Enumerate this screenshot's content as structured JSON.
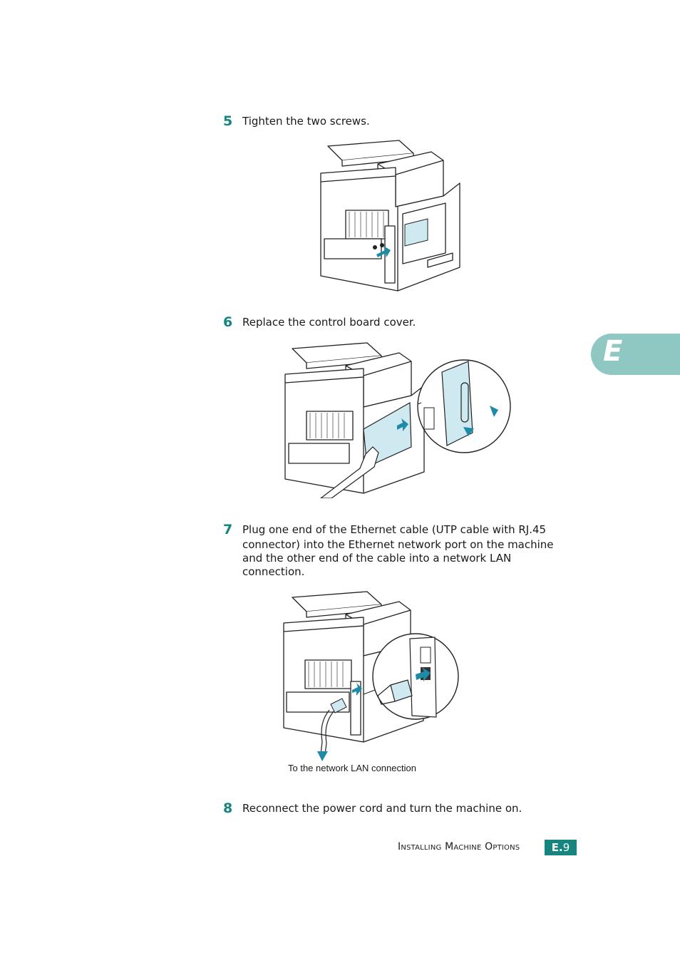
{
  "steps": [
    {
      "num": "5",
      "text": "Tighten the two screws."
    },
    {
      "num": "6",
      "text": "Replace the control board cover."
    },
    {
      "num": "7",
      "lines": [
        "Plug one end of the Ethernet cable (UTP cable with RJ.45",
        "connector) into the Ethernet network port on the machine",
        "and the other end of the cable into a network LAN",
        "connection."
      ]
    },
    {
      "num": "8",
      "text": "Reconnect the power cord and turn the machine on."
    }
  ],
  "figure3_caption": "To the network LAN connection",
  "side_tab": "E",
  "footer": {
    "title": "Installing Machine Options",
    "page_prefix": "E.",
    "page_num": "9"
  },
  "colors": {
    "accent": "#17857f",
    "tab": "#8fc7c2",
    "highlight": "#cfe9f1",
    "arrow": "#1d8aa8"
  }
}
